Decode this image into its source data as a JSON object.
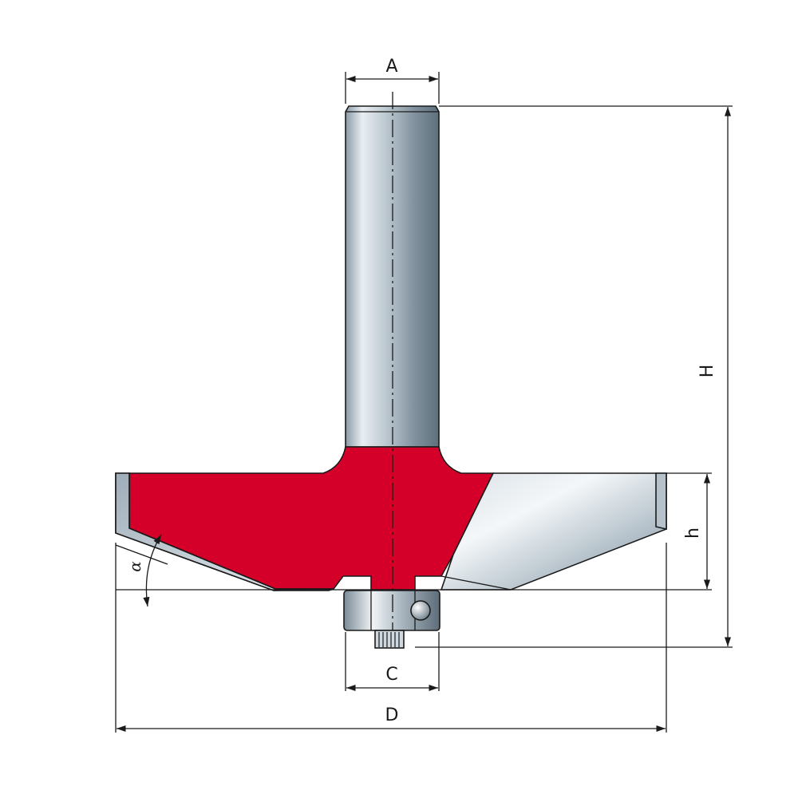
{
  "diagram": {
    "labels": {
      "A": "A",
      "H": "H",
      "h": "h",
      "C": "C",
      "D": "D",
      "alpha": "α"
    },
    "colors": {
      "cutter_body": "#d4002a",
      "shank_light": "#e7edf2",
      "shank_dark": "#6f818f",
      "carbide_light": "#eef2f5",
      "carbide_dark": "#8a9aa6",
      "line": "#1a1a1a"
    }
  }
}
